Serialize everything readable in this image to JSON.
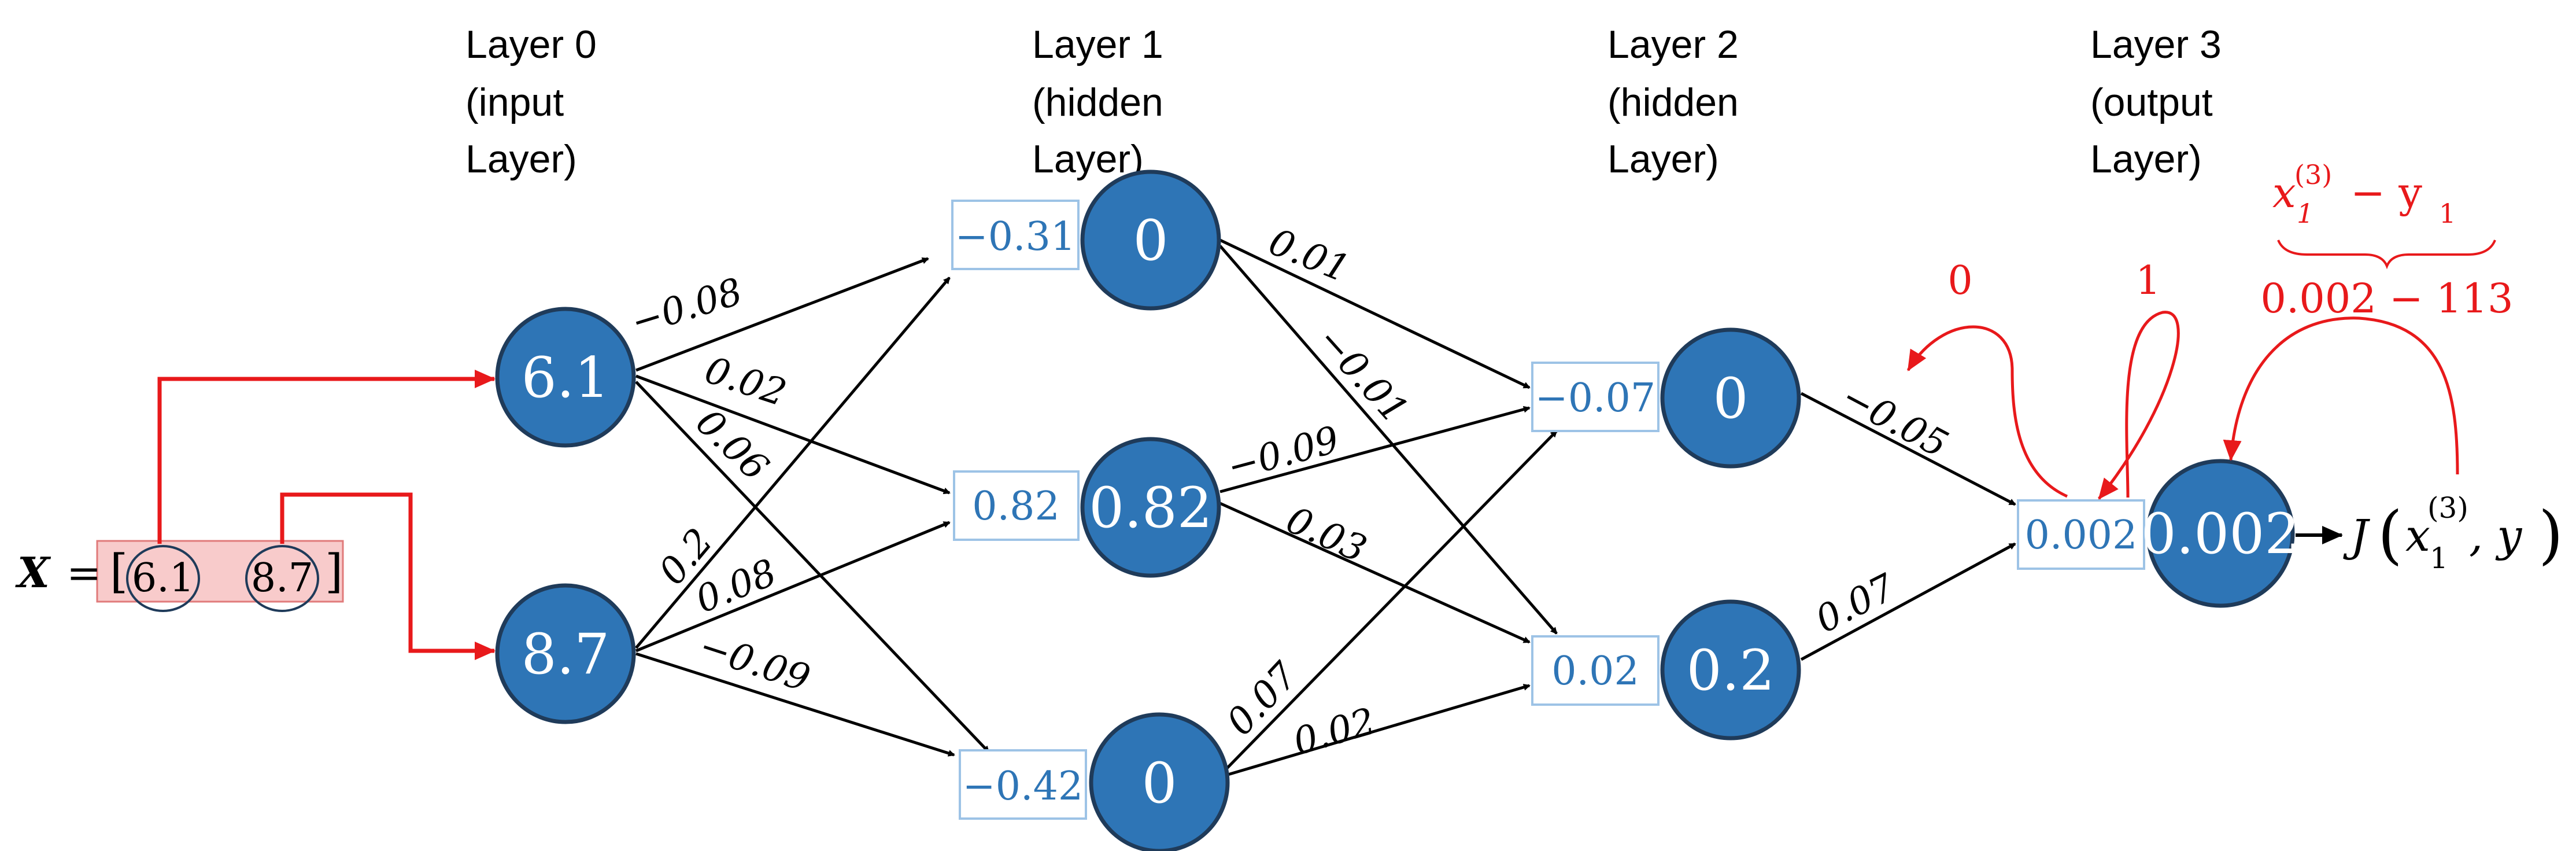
{
  "layers": [
    {
      "label_line1": "Layer  0",
      "label_line2": "(input",
      "label_line3": "Layer)"
    },
    {
      "label_line1": "Layer  1",
      "label_line2": "(hidden",
      "label_line3": "Layer)"
    },
    {
      "label_line1": "Layer  2",
      "label_line2": "(hidden",
      "label_line3": "Layer)"
    },
    {
      "label_line1": "Layer  3",
      "label_line2": "(output",
      "label_line3": "Layer)"
    }
  ],
  "input": {
    "x_label": "X",
    "equals": "=",
    "open": "[",
    "close": "]",
    "v1": "6.1",
    "v2": "8.7"
  },
  "nodes": {
    "l0": [
      "6.1",
      "8.7"
    ],
    "l1": [
      "0",
      "0.82",
      "0"
    ],
    "l2": [
      "0",
      "0.2"
    ],
    "l3": [
      "0.002"
    ]
  },
  "preact": {
    "l1": [
      "−0.31",
      "0.82",
      "−0.42"
    ],
    "l2": [
      "−0.07",
      "0.02"
    ],
    "l3": [
      "0.002"
    ]
  },
  "weights": {
    "l0_l1": [
      "−0.08",
      "0.02",
      "0.06",
      "0.2",
      "0.08",
      "−0.09"
    ],
    "l1_l2": [
      "0.01",
      "−0.01",
      "−0.09",
      "0.03",
      "0.07",
      "0.02"
    ],
    "l2_l3": [
      "−0.05",
      "0.07"
    ]
  },
  "gradient": {
    "left": "0",
    "mid": "1",
    "formula_x": "x",
    "formula_sub": "1",
    "formula_sup": "(3)",
    "formula_minus": "− y",
    "formula_ysub": "1",
    "value": "0.002 − 113"
  },
  "loss": {
    "arrow": "→",
    "J": "J",
    "open": "(",
    "x": "x",
    "sub": "1",
    "sup": "(3)",
    "rest": ", y",
    "close": ")"
  },
  "colors": {
    "node": "#2e75b6",
    "node_border": "#1f3b5a",
    "box_border": "#9dc3e6",
    "red": "#e8191b",
    "input_fill": "#f8cbcb"
  }
}
